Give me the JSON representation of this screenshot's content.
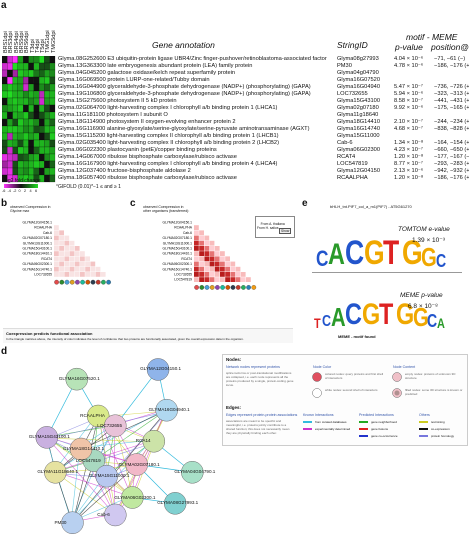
{
  "panel_a": {
    "letter": "a",
    "conditions": [
      "BRS1dpi",
      "BRS3dpi",
      "BRS4dpi",
      "BRS5dpi",
      "BRS6dpi",
      "T3dpi",
      "T4dpi",
      "T5dpi",
      "TMG1dpi",
      "TMG5dpi"
    ],
    "headers": {
      "gene_annotation": "Gene annotation",
      "string_id": "StringID",
      "motif_meme": "motif - MEME",
      "p_value": "p-value",
      "position": "position@"
    },
    "rows": [
      {
        "gene": "Glyma.08G252600",
        "annotation": "E3 ubiquitin-protein ligase UBR4/Zinc finger-pushover/retinoblastoma-associated factor",
        "string": "Glyma08g27993",
        "p": "4.04 × 10⁻⁶",
        "pos": "−71, −61 (−)"
      },
      {
        "gene": "Glyma.13G363300",
        "annotation": "late embryogenesis abundant protein (LEA) family protein",
        "string": "PM30",
        "p": "4.78 × 10⁻⁶",
        "pos": "−186, −176 (+)"
      },
      {
        "gene": "Glyma.04G045200",
        "annotation": "galactose oxidase/kelch repeat superfamily protein",
        "string": "Glyma04g04790",
        "p": "",
        "pos": ""
      },
      {
        "gene": "Glyma.16G069500",
        "annotation": "protein LURP-one-related/Tubby domain",
        "string": "Glyma16G07520",
        "p": "",
        "pos": ""
      },
      {
        "gene": "Glyma.16G044900",
        "annotation": "glyceraldehyde-3-phosphate dehydrogenase (NADP+) (phosphorylating) (GAPA)",
        "string": "Glyma16G04940",
        "p": "5.47 × 10⁻⁷",
        "pos": "−736, −726 (+)"
      },
      {
        "gene": "Glyma.19G106800",
        "annotation": "glyceraldehyde-3-phosphate dehydrogenase (NADP+) (phosphorylating) (GAPA)",
        "string": "LOC732655",
        "p": "5.94 × 10⁻⁶",
        "pos": "−323, −313 (+)"
      },
      {
        "gene": "Glyma.15G275600",
        "annotation": "photosystem II 5 kD protein",
        "string": "Glyma15G43100",
        "p": "8.58 × 10⁻⁷",
        "pos": "−441, −431 (+)"
      },
      {
        "gene": "Glyma.02G064700",
        "annotation": "light-harvesting complex I chlorophyll a/b binding protein 1 (LHCA1)",
        "string": "Glyma02g07180",
        "p": "9.92 × 10⁻⁶",
        "pos": "−175, −165 (+)"
      },
      {
        "gene": "Glyma.11G181100",
        "annotation": "photosystem I subunit O",
        "string": "Glyma11g18640",
        "p": "",
        "pos": ""
      },
      {
        "gene": "Glyma.18G114900",
        "annotation": "photosystem II oxygen-evolving enhancer protein 2",
        "string": "Glyma18G14410",
        "p": "2.10 × 10⁻⁷",
        "pos": "−244, −234 (+)"
      },
      {
        "gene": "Glyma.16G116900",
        "annotation": "alanine-glyoxylate/serine-glyoxylate/serine-pyruvate aminotransaminase (AGXT)",
        "string": "Glyma16G14740",
        "p": "4.68 × 10⁻⁷",
        "pos": "−838, −828 (+)"
      },
      {
        "gene": "Glyma.15G115200",
        "annotation": "light-harvesting complex II chlorophyll a/b binding protein 1 (LHCB1)",
        "string": "Glyma15G11000",
        "p": "",
        "pos": ""
      },
      {
        "gene": "Glyma.02G035400",
        "annotation": "light-harvesting complex II chlorophyll a/b binding protein 2 (LHCB2)",
        "string": "Cab-6",
        "p": "1.34 × 10⁻⁸",
        "pos": "−164, −154 (+)"
      },
      {
        "gene": "Glyma.06G022300",
        "annotation": "plastocyanin (petE)/copper binding proteins",
        "string": "Glyma06G02300",
        "p": "4.23 × 10⁻⁷",
        "pos": "−660, −650 (+)"
      },
      {
        "gene": "Glyma.14G067000",
        "annotation": "ribulose bisphosphate carboxylase/rubisco activase",
        "string": "RCAT4",
        "p": "1.20 × 10⁻⁸",
        "pos": "−177, −167 (−)"
      },
      {
        "gene": "Glyma.16G167900",
        "annotation": "light-harvesting complex I chlorophyll a/b binding protein 4 (LHCA4)",
        "string": "LOC547819",
        "p": "8.77 × 10⁻⁷",
        "pos": "−293, −283 (+)"
      },
      {
        "gene": "Glyma.12G037400",
        "annotation": "fructose-bisphosphate aldolase 2",
        "string": "Glyma12G04150",
        "p": "2.13 × 10⁻⁶",
        "pos": "−942, −932 (+)"
      },
      {
        "gene": "Glyma.18G057400",
        "annotation": "ribulose bisphosphate carboxylase/rubisco activase",
        "string": "RCAALPHA",
        "p": "1.20 × 10⁻⁸",
        "pos": "−186, −176 (+)"
      }
    ],
    "heat_values": [
      [
        0.0,
        -1.6,
        -2.0,
        1.4,
        0.0,
        1.2,
        1.2,
        2.0,
        0.6,
        0.0
      ],
      [
        -1.6,
        -1.8,
        2.0,
        1.6,
        1.6,
        0.0,
        1.6,
        0.6,
        0.6,
        1.2
      ],
      [
        -1.4,
        0.0,
        -1.2,
        1.8,
        1.6,
        1.8,
        1.0,
        0.8,
        1.4,
        1.2
      ],
      [
        0.0,
        -2.0,
        1.6,
        1.4,
        -1.2,
        0.0,
        0.0,
        1.6,
        1.8,
        0.6
      ],
      [
        1.4,
        1.8,
        1.6,
        1.4,
        -1.6,
        1.4,
        0.0,
        1.2,
        0.8,
        1.4
      ],
      [
        1.8,
        2.0,
        1.6,
        1.6,
        1.2,
        1.6,
        1.4,
        -1.4,
        1.6,
        1.6
      ],
      [
        0.0,
        1.6,
        1.8,
        1.6,
        1.6,
        1.2,
        1.4,
        -1.6,
        1.4,
        1.6
      ],
      [
        1.2,
        1.4,
        1.6,
        1.8,
        0.0,
        1.6,
        0.0,
        1.6,
        0.6,
        0.0
      ],
      [
        1.6,
        0.0,
        1.6,
        1.4,
        1.8,
        0.6,
        0.0,
        0.6,
        1.2,
        1.6
      ],
      [
        0.0,
        1.4,
        0.6,
        1.8,
        1.4,
        1.6,
        1.2,
        0.0,
        1.4,
        0.8
      ],
      [
        1.6,
        1.8,
        1.8,
        1.6,
        1.2,
        1.4,
        0.6,
        0.8,
        1.6,
        1.6
      ],
      [
        1.6,
        -1.4,
        1.6,
        1.4,
        1.8,
        1.4,
        1.6,
        0.0,
        0.6,
        1.8
      ],
      [
        0.6,
        1.6,
        1.4,
        0.6,
        1.6,
        0.0,
        1.6,
        1.6,
        1.4,
        0.6
      ],
      [
        0.6,
        -1.6,
        0.6,
        1.8,
        1.6,
        0.0,
        0.8,
        1.6,
        1.6,
        1.4
      ],
      [
        -1.8,
        -1.6,
        -1.4,
        0.6,
        0.8,
        1.4,
        1.6,
        0.0,
        1.2,
        1.6
      ],
      [
        -1.2,
        -1.6,
        0.6,
        1.6,
        1.4,
        1.6,
        1.8,
        1.6,
        0.0,
        0.8
      ],
      [
        -1.6,
        -1.8,
        0.6,
        1.4,
        1.2,
        1.6,
        0.8,
        0.0,
        1.4,
        1.6
      ],
      [
        0.0,
        -1.8,
        -1.6,
        1.6,
        1.8,
        1.6,
        0.6,
        1.6,
        0.0,
        0.8
      ]
    ],
    "scale_label": "log2 fold change",
    "scale_ticks": [
      "-6",
      "-4",
      "-2",
      "0",
      "2",
      "4",
      "6"
    ],
    "gifold_label": "°GIFOLD (0.01)*−1 ≤ and ≥ 1",
    "colors": {
      "neg": "#ff33ff",
      "pos": "#22dd22",
      "zero": "#111111"
    }
  },
  "panel_b": {
    "letter": "b",
    "header": "observed Coexpression in\nGlycine max",
    "genes": [
      "GLYMA12G04150.1",
      "RCAALPHA",
      "Cab-6",
      "GLYMA02G07180.1",
      "GLYMA13G11000.1",
      "GLYMA15G43100.1",
      "GLYMA18G14410.1",
      "RCAT4",
      "GLYMA06G02300.1",
      "GLYMA16G14740.1",
      "LOC732655"
    ]
  },
  "panel_c": {
    "letter": "c",
    "header": "observed Coexpression in\nother organisms (transferred):",
    "tooltip": "From A. thaliana\nFrom H. sativa",
    "tooltip_btn": "Show",
    "genes": [
      "GLYMA12G04150.1",
      "RCAALPHA",
      "Cab-6",
      "GLYMA02G07180.1",
      "GLYMA13G11000.1",
      "GLYMA15G43100.1",
      "GLYMA18G14410.1",
      "RCAT4",
      "GLYMA06G02300.1",
      "GLYMA16G14740.1",
      "LOC732655",
      "LOC547819"
    ],
    "caption_title": "Coexpression predicts functional association",
    "caption_body": "In the triangle matrices above, the intensity of color indicates the level of confidence that two proteins are functionally associated, given the overall expression data in the organism."
  },
  "panel_d": {
    "letter": "d",
    "nodes": [
      "GLYMA16G07520.1",
      "GLYMA12G04150.1",
      "RCAALPHA",
      "LOC732655",
      "GLYMA16G04940.1",
      "GLYMA15G43100.1",
      "GLYMA11G18640.1",
      "RCA14",
      "LOC547819",
      "GLYMA18G14410.1",
      "GLYMA02G07180.1",
      "GLYMA15G11000.1",
      "GLYMA04G04790.1",
      "GLYMA06G02300.1",
      "GLYMA08G27993.1",
      "PM30",
      "Cab-6"
    ],
    "legend": {
      "nodes_title": "Nodes:",
      "node_desc": "Network nodes represent proteins",
      "node_detail": "splice isoforms or post-translational modifications are collapsed, i.e. each node represents all the proteins produced by a single, protein-coding gene locus.",
      "node_color": "Node Color",
      "colored_nodes": "colored nodes: query proteins and first shell of interactors",
      "white_nodes": "white nodes: second shell of interactors",
      "node_content": "Node Content",
      "empty_nodes": "empty nodes: proteins of unknown 3D structure",
      "filled_nodes": "filled nodes: some 3D structure is known or predicted",
      "edges_title": "Edges:",
      "edge_desc": "Edges represent protein-protein associations",
      "edge_detail": "associations are meant to be specific and meaningful, i.e. proteins jointly contribute to a shared function; this does not necessarily mean they are physically binding each other.",
      "known": "Known Interactions",
      "curated": "from curated databases",
      "experimental": "experimentally determined",
      "predicted": "Predicted Interactions",
      "neighborhood": "gene neighborhood",
      "fusions": "gene fusions",
      "cooccurrence": "gene co-occurrence",
      "others": "Others",
      "textmining": "textmining",
      "coexpression": "co-expression",
      "homology": "protein homology"
    }
  },
  "panel_e": {
    "letter": "e",
    "motif_id": "bHLH_tnt.PIF7_col_a_m1(PIF7) - AT5G61270",
    "tomtom_label": "TOMTOM e-value",
    "tomtom_value": "1.39 × 10⁻³",
    "meme_label": "MEME p-value",
    "meme_value": "6.8 × 10⁻⁸",
    "found_label": "MEME - motif found",
    "top_logo": [
      "C",
      "A",
      "C",
      "G",
      "T",
      "G",
      "G",
      "C"
    ],
    "bottom_logo": [
      "T",
      "C",
      "A",
      "C",
      "G",
      "T",
      "G",
      "G",
      "C",
      "A"
    ],
    "letter_colors": {
      "A": "#2a9a2a",
      "C": "#2255cc",
      "G": "#f0a800",
      "T": "#dd2222"
    }
  }
}
